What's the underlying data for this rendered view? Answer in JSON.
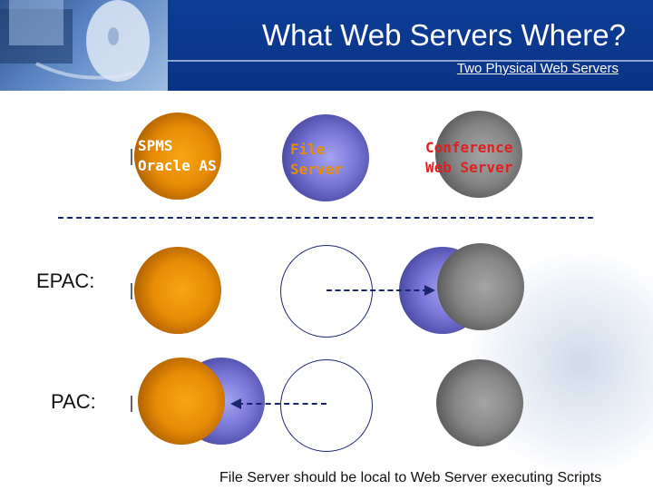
{
  "header": {
    "title": "What Web Servers Where?",
    "subtitle": "Two Physical Web Servers"
  },
  "servers": [
    {
      "label": "SPMS\nOracle AS",
      "color": "#e88c06"
    },
    {
      "label": "File\nServer",
      "color": "#7a78d8"
    },
    {
      "label": "Conference\nWeb Server",
      "color": "#868686"
    }
  ],
  "rows": {
    "epac": "EPAC:",
    "pac": "PAC:"
  },
  "footer": "File Server should be local to Web Server executing Scripts"
}
